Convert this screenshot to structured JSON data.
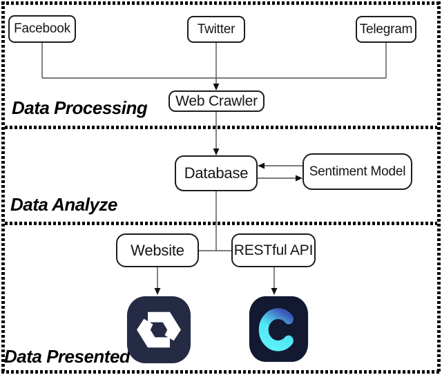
{
  "diagram": {
    "sections": [
      {
        "id": "processing",
        "label": "Data Processing"
      },
      {
        "id": "analyze",
        "label": "Data Analyze"
      },
      {
        "id": "presented",
        "label": "Data Presented"
      }
    ],
    "nodes": {
      "facebook": "Facebook",
      "twitter": "Twitter",
      "telegram": "Telegram",
      "web_crawler": "Web Crawler",
      "database": "Database",
      "sentiment_model": "Sentiment Model",
      "website": "Website",
      "restful_api": "RESTful API"
    },
    "icons": {
      "website_app": "hexagon-logo-app-icon",
      "api_app": "c-letter-app-icon"
    }
  },
  "colors": {
    "line": "#4f4f4f",
    "arrow": "#111111",
    "icon1_bg": "#252b45",
    "icon1_glyph": "#ffffff",
    "icon2_bg": "#121930",
    "c_top": "#3b58b6",
    "c_mid": "#4aa9dd",
    "c_main": "#4fe6f4",
    "c_light": "#5cf0f8"
  }
}
